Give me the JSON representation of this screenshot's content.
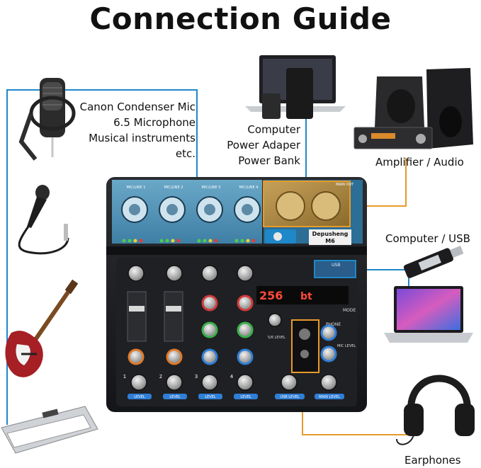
{
  "title": "Connection Guide",
  "labels": {
    "mic_line1": "Canon Condenser Mic",
    "mic_line2": "6.5 Microphone",
    "mic_line3": "Musical instruments",
    "mic_line4": "etc.",
    "power_line1": "Computer",
    "power_line2": "Power Adaper",
    "power_line3": "Power Bank",
    "amp": "Amplifier /  Audio",
    "usb": "Computer /  USB",
    "earphones": "Earphones"
  },
  "mixer": {
    "brand": "Depusheng",
    "model": "M6",
    "display_value": "256",
    "display_text": "bt",
    "main_out": "MAIN OUT",
    "usb_label": "USB",
    "mode": "MODE",
    "phone": "PHONE",
    "mic_level": "MIC LEVEL",
    "channels": [
      {
        "top": "MIC/LINE 1",
        "bottom": "LEVEL",
        "num": "1"
      },
      {
        "top": "MIC/LINE 2",
        "bottom": "LEVEL",
        "num": "2"
      },
      {
        "top": "MIC/LINE 3",
        "bottom": "LEVEL",
        "num": "3"
      },
      {
        "top": "MIC/LINE 4",
        "bottom": "LEVEL",
        "num": "4"
      }
    ],
    "usb_level": "USB LEVEL",
    "main_level": "MAIN LEVEL",
    "level_56": "5/6 LEVEL"
  },
  "colors": {
    "blue_line": "#1e88c8",
    "orange_line": "#e89a2a",
    "mixer_body": "#1b1c1f",
    "panel_blue": "#4f8fb3"
  }
}
